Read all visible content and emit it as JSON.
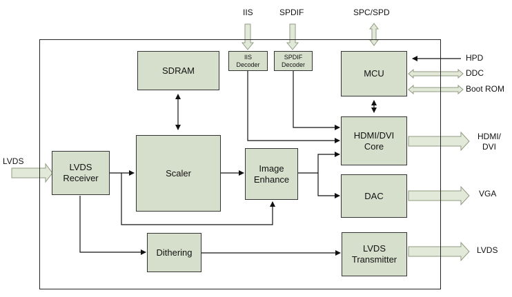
{
  "blocks": {
    "sdram": "SDRAM",
    "iis_decoder": "IIS\nDecoder",
    "spdif_decoder": "SPDIF\nDecoder",
    "mcu": "MCU",
    "hdmi_core": "HDMI/DVI\nCore",
    "scaler": "Scaler",
    "image_enhance": "Image\nEnhance",
    "lvds_receiver": "LVDS\nReceiver",
    "dac": "DAC",
    "dithering": "Dithering",
    "lvds_transmitter": "LVDS\nTransmitter"
  },
  "external": {
    "iis": "IIS",
    "spdif": "SPDIF",
    "spc_spd": "SPC/SPD",
    "hpd": "HPD",
    "ddc": "DDC",
    "boot_rom": "Boot ROM",
    "lvds_in": "LVDS",
    "hdmi_dvi_out": "HDMI/\nDVI",
    "vga_out": "VGA",
    "lvds_out": "LVDS"
  },
  "colors": {
    "block_fill": "#d6dfcc",
    "arrow_fill": "#e3e9d9",
    "line": "#111111"
  }
}
